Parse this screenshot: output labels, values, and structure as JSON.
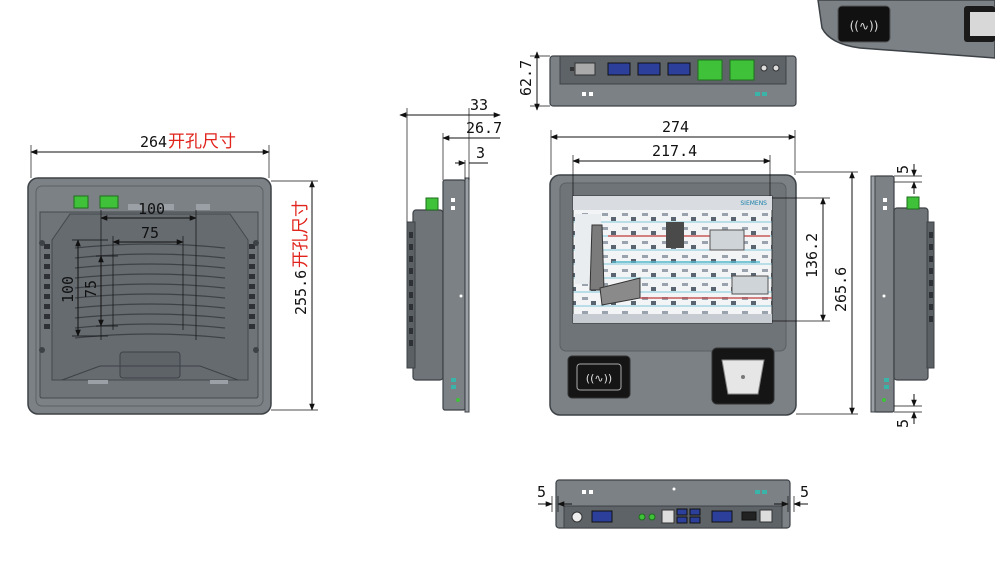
{
  "rear_view": {
    "width_label": "264",
    "width_cutout_label": "开孔尺寸",
    "height_label": "255.6",
    "height_cutout_label": "开孔尺寸",
    "vesa_outer_h_label": "100",
    "vesa_inner_h_label": "75",
    "vesa_outer_v_label": "100",
    "vesa_inner_v_label": "75"
  },
  "side_view_left": {
    "depth_total_label": "33",
    "depth_body_label": "26.7",
    "bezel_label": "3"
  },
  "top_view": {
    "height_label": "62.7"
  },
  "front_view": {
    "width_label": "274",
    "screen_width_label": "217.4",
    "screen_height_label": "136.2",
    "height_label": "265.6",
    "brand_label": "SIEMENS"
  },
  "side_view_right": {
    "top_margin_label": "5",
    "bottom_margin_label": "5"
  },
  "bottom_view": {
    "left_margin_label": "5",
    "right_margin_label": "5"
  },
  "colors": {
    "body": "#7c8186",
    "body_edge": "#3d4247",
    "dark_panel": "#4b5055",
    "connector_blue": "#2c3f9a",
    "connector_green": "#3fc23a",
    "dimension_red": "#e0231b"
  }
}
